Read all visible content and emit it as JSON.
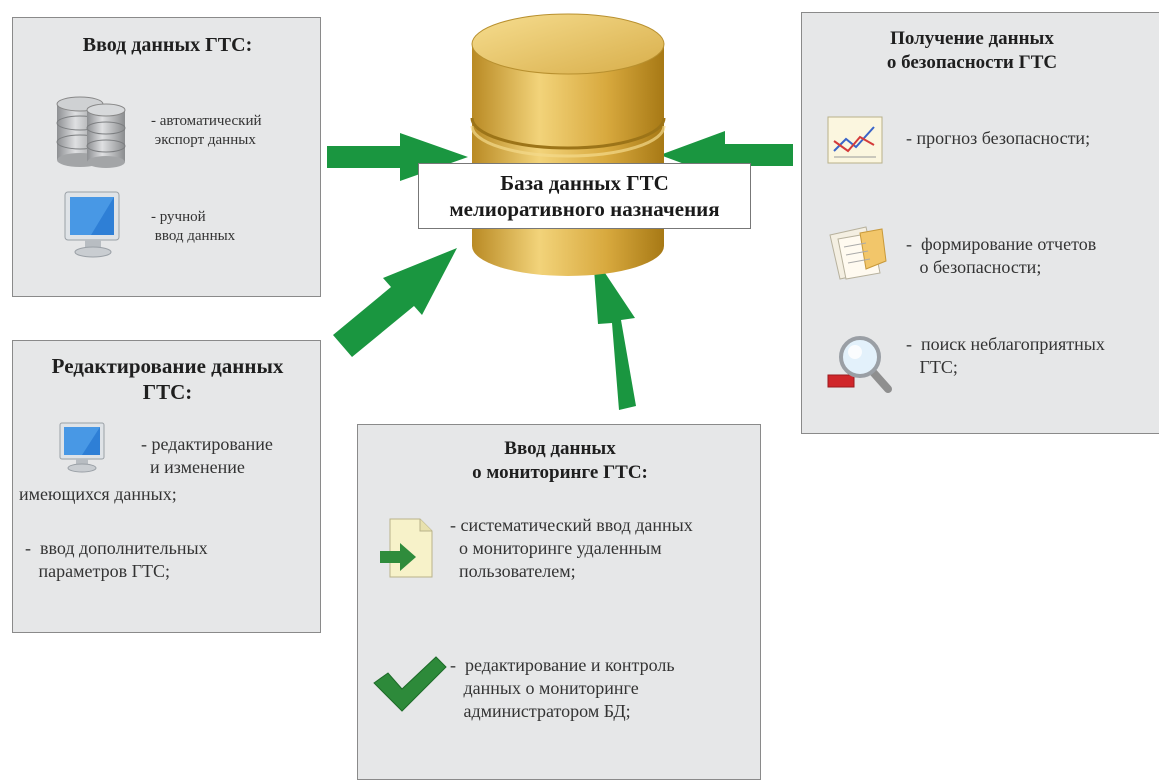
{
  "center": {
    "label_line1": "База данных ГТС",
    "label_line2": "мелиоративного назначения"
  },
  "panel_input": {
    "title": "Ввод данных ГТС:",
    "items": [
      {
        "icon": "database-icon",
        "text": "- автоматический\n экспорт данных"
      },
      {
        "icon": "monitor-icon",
        "text": "- ручной\n ввод данных"
      }
    ]
  },
  "panel_edit": {
    "title_line1": "Редактирование данных",
    "title_line2": "ГТС:",
    "items": [
      {
        "icon": "monitor-icon",
        "text": "- редактирование\n  и изменение"
      },
      {
        "text": "имеющихся данных;"
      },
      {
        "text": "-  ввод дополнительных\n   параметров ГТС;"
      }
    ]
  },
  "panel_monitoring": {
    "title_line1": "Ввод данных",
    "title_line2": "о мониторинге ГТС:",
    "items": [
      {
        "icon": "document-import-icon",
        "text": "- систематический ввод данных\n  о мониторинге удаленным\n  пользователем;"
      },
      {
        "icon": "checkmark-icon",
        "text": "-  редактирование и контроль\n   данных о мониторинге\n   администратором БД;"
      }
    ]
  },
  "panel_output": {
    "title_line1": "Получение данных",
    "title_line2": "о безопасности ГТС",
    "items": [
      {
        "icon": "chart-document-icon",
        "text": "- прогноз безопасности;"
      },
      {
        "icon": "report-pages-icon",
        "text": "-  формирование отчетов\n   о безопасности;"
      },
      {
        "icon": "magnifier-icon",
        "text": "-  поиск неблагоприятных\n   ГТС;"
      }
    ]
  },
  "colors": {
    "arrow": "#1a9640",
    "cylinder": "#d9b24a",
    "panel_bg": "#e6e7e8",
    "panel_border": "#8a8a8a"
  }
}
